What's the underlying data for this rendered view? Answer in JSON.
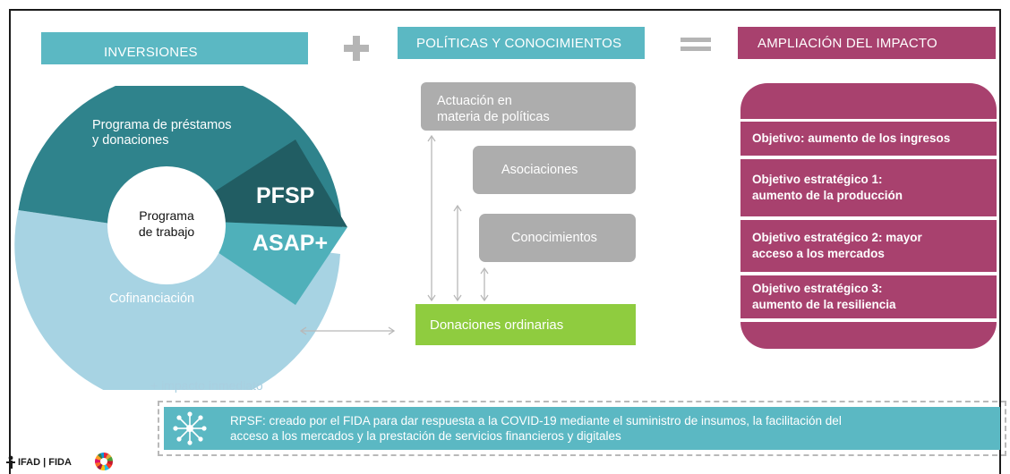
{
  "headers": {
    "inversiones": "INVERSIONES",
    "politicas": "POLÍTICAS Y CONOCIMIENTOS",
    "ampliacion": "AMPLIACIÓN DEL IMPACTO"
  },
  "pie": {
    "prestamos_line1": "Programa de préstamos",
    "prestamos_line2": "y donaciones",
    "center_line1": "Programa",
    "center_line2": "de trabajo",
    "pfsp": "PFSP",
    "asap": "ASAP+",
    "cofinanciacion": "Cofinanciación",
    "impacto": "+ impacto inmediato"
  },
  "politicas": {
    "actuacion_line1": "Actuación en",
    "actuacion_line2": "materia de políticas",
    "asociaciones": "Asociaciones",
    "conocimientos": "Conocimientos",
    "donaciones": "Donaciones ordinarias"
  },
  "objetivos": {
    "obj1": "Objetivo: aumento de los ingresos",
    "obj2_line1": "Objetivo estratégico 1:",
    "obj2_line2": "aumento de la producción",
    "obj3_line1": "Objetivo estratégico 2: mayor",
    "obj3_line2": "acceso a los mercados",
    "obj4_line1": "Objetivo estratégico 3:",
    "obj4_line2": "aumento de la resiliencia"
  },
  "rpsf": {
    "line1": "RPSF: creado por el FIDA para dar respuesta a la COVID-19 mediante el suministro de insumos, la facilitación del",
    "line2": "acceso a los mercados y la prestación de servicios financieros y digitales",
    "icon": "network-icon"
  },
  "footer": {
    "logo_text": "IFAD | FIDA",
    "sdg_icon": "sdg-wheel-icon"
  },
  "colors": {
    "teal": "#5bb8c3",
    "dark_teal": "#2b7a82",
    "light_blue": "#a7d3e3",
    "purple": "#a8416e",
    "gray": "#adadad",
    "green": "#8fcc3f"
  }
}
